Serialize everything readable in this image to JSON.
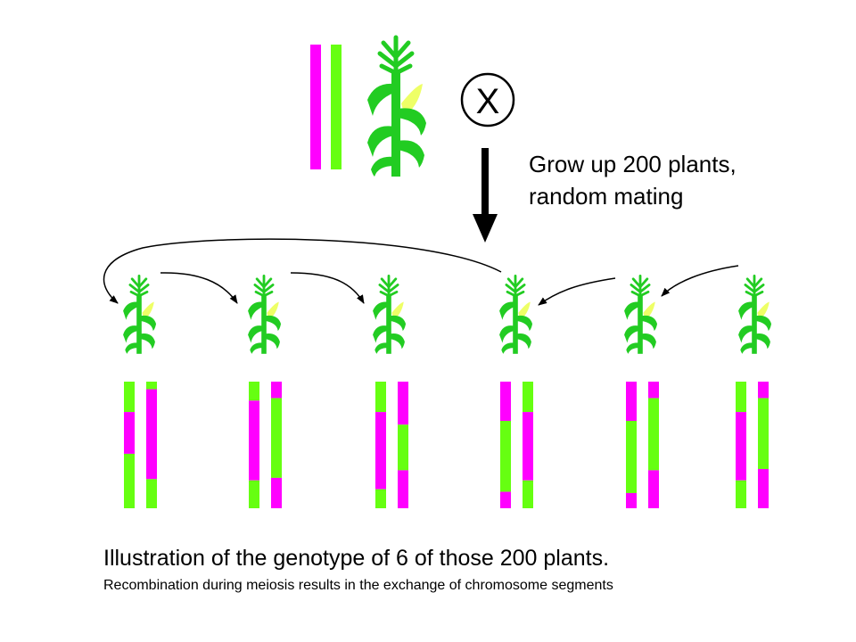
{
  "colors": {
    "magenta": "#FF00FF",
    "green": "#66FF11",
    "plant_green": "#22CC22",
    "ear_yellow": "#EEFF66",
    "black": "#000000"
  },
  "cross_symbol": {
    "icon": "selfing-cross-icon",
    "glyph": "X"
  },
  "instruction": {
    "line1": "Grow up 200 plants,",
    "line2": "random mating"
  },
  "caption": {
    "main": "Illustration of the genotype of 6 of those 200 plants.",
    "sub": "Recombination during meiosis results in the exchange of chromosome segments"
  },
  "parent": {
    "chromosomes": [
      {
        "segments": [
          {
            "color": "magenta",
            "fraction": 1
          }
        ]
      },
      {
        "segments": [
          {
            "color": "green",
            "fraction": 1
          }
        ]
      }
    ]
  },
  "offspring": [
    {
      "chromosomes": [
        {
          "segments": [
            {
              "color": "green",
              "fraction": 0.24
            },
            {
              "color": "magenta",
              "fraction": 0.33
            },
            {
              "color": "green",
              "fraction": 0.43
            }
          ]
        },
        {
          "segments": [
            {
              "color": "green",
              "fraction": 0.06
            },
            {
              "color": "magenta",
              "fraction": 0.71
            },
            {
              "color": "green",
              "fraction": 0.23
            }
          ]
        }
      ]
    },
    {
      "chromosomes": [
        {
          "segments": [
            {
              "color": "green",
              "fraction": 0.15
            },
            {
              "color": "magenta",
              "fraction": 0.63
            },
            {
              "color": "green",
              "fraction": 0.22
            }
          ]
        },
        {
          "segments": [
            {
              "color": "magenta",
              "fraction": 0.13
            },
            {
              "color": "green",
              "fraction": 0.63
            },
            {
              "color": "magenta",
              "fraction": 0.24
            }
          ]
        }
      ]
    },
    {
      "chromosomes": [
        {
          "segments": [
            {
              "color": "green",
              "fraction": 0.24
            },
            {
              "color": "magenta",
              "fraction": 0.61
            },
            {
              "color": "green",
              "fraction": 0.15
            }
          ]
        },
        {
          "segments": [
            {
              "color": "magenta",
              "fraction": 0.34
            },
            {
              "color": "green",
              "fraction": 0.36
            },
            {
              "color": "magenta",
              "fraction": 0.3
            }
          ]
        }
      ]
    },
    {
      "chromosomes": [
        {
          "segments": [
            {
              "color": "magenta",
              "fraction": 0.31
            },
            {
              "color": "green",
              "fraction": 0.56
            },
            {
              "color": "magenta",
              "fraction": 0.13
            }
          ]
        },
        {
          "segments": [
            {
              "color": "green",
              "fraction": 0.24
            },
            {
              "color": "magenta",
              "fraction": 0.54
            },
            {
              "color": "green",
              "fraction": 0.22
            }
          ]
        }
      ]
    },
    {
      "chromosomes": [
        {
          "segments": [
            {
              "color": "magenta",
              "fraction": 0.31
            },
            {
              "color": "green",
              "fraction": 0.57
            },
            {
              "color": "magenta",
              "fraction": 0.12
            }
          ]
        },
        {
          "segments": [
            {
              "color": "magenta",
              "fraction": 0.13
            },
            {
              "color": "green",
              "fraction": 0.57
            },
            {
              "color": "magenta",
              "fraction": 0.3
            }
          ]
        }
      ]
    },
    {
      "chromosomes": [
        {
          "segments": [
            {
              "color": "green",
              "fraction": 0.24
            },
            {
              "color": "magenta",
              "fraction": 0.54
            },
            {
              "color": "green",
              "fraction": 0.22
            }
          ]
        },
        {
          "segments": [
            {
              "color": "magenta",
              "fraction": 0.13
            },
            {
              "color": "green",
              "fraction": 0.56
            },
            {
              "color": "magenta",
              "fraction": 0.31
            }
          ]
        }
      ]
    }
  ],
  "mating_arrows": [
    {
      "from": 3,
      "to": 0
    },
    {
      "from": 0,
      "to": 1
    },
    {
      "from": 1,
      "to": 2
    },
    {
      "from": 4,
      "to": 3
    },
    {
      "from": 5,
      "to": 4
    }
  ]
}
